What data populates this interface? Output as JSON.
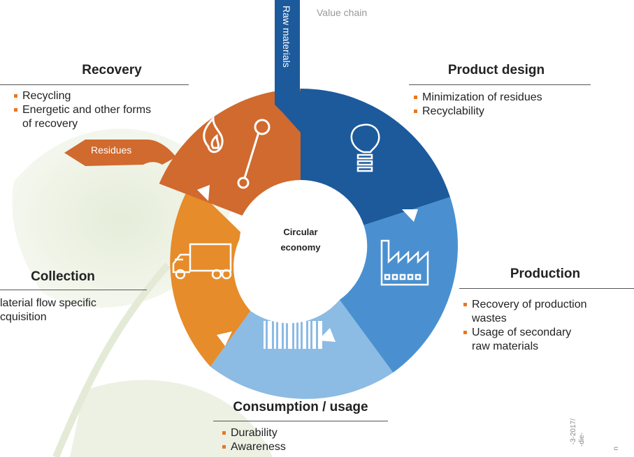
{
  "value_chain_label": "Value chain",
  "raw_materials_label": "Raw materials",
  "residues_label": "Residues",
  "center": {
    "line1": "Circular",
    "line2": "economy"
  },
  "sections": {
    "recovery": {
      "title": "Recovery",
      "items": [
        "Recycling",
        "Energetic and other forms",
        "of recovery"
      ]
    },
    "product_design": {
      "title": "Product design",
      "items": [
        "Minimization of residues",
        "Recyclability"
      ]
    },
    "production": {
      "title": "Production",
      "items": [
        "Recovery of production",
        "wastes",
        "Usage of secondary",
        "raw materials"
      ]
    },
    "consumption": {
      "title": "Consumption / usage",
      "items": [
        "Durability",
        "Awareness"
      ]
    },
    "collection": {
      "title": "Collection",
      "items": [
        "laterial flow specific",
        "cquisition"
      ]
    }
  },
  "side_text": {
    "line1": "-3-2017/",
    "line2": "-die-",
    "line3": "n"
  },
  "colors": {
    "recovery": "#D06A2E",
    "product_design": "#1C5A9C",
    "production": "#4A90D0",
    "consumption": "#8CBBE3",
    "collection": "#E68C2A",
    "bullet": "#E87722"
  },
  "icons": [
    "fire-icon",
    "wrench-icon",
    "lightbulb-icon",
    "factory-icon",
    "barcode-icon",
    "truck-icon"
  ]
}
